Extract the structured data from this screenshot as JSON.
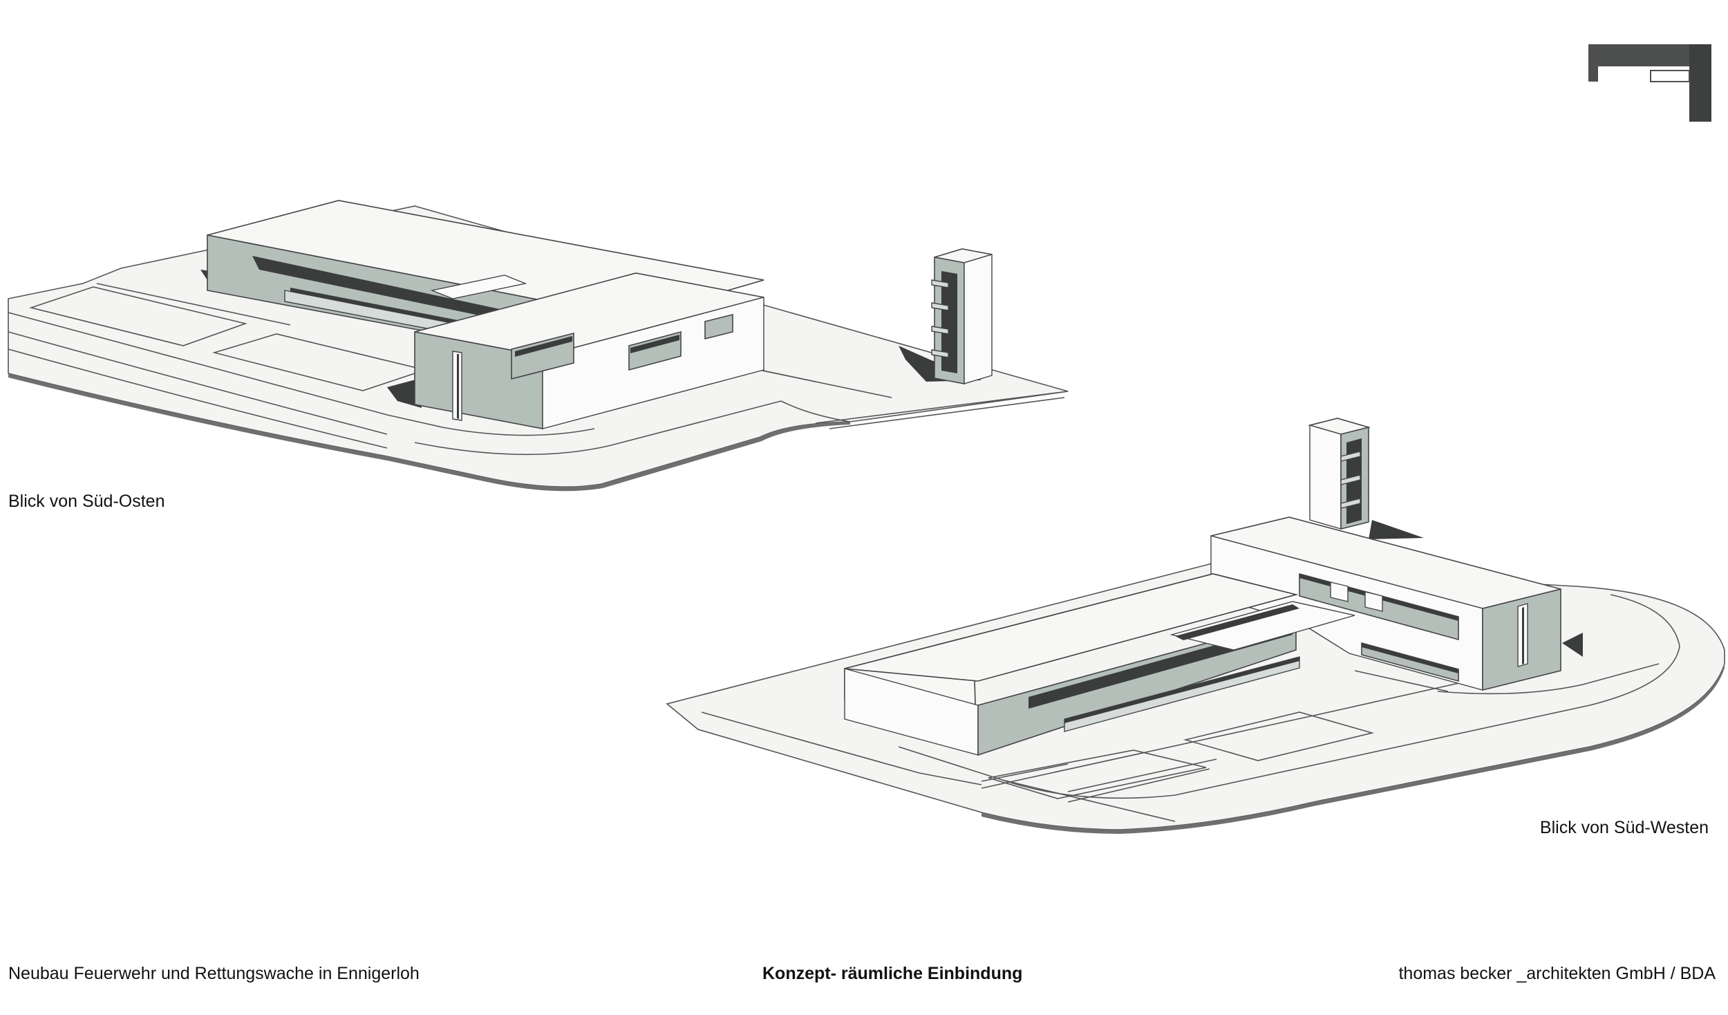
{
  "captions": {
    "view_southeast": "Blick von Süd-Osten",
    "view_southwest": "Blick von Süd-Westen"
  },
  "footer": {
    "project": "Neubau Feuerwehr und Rettungswache in Ennigerloh",
    "sheet_title": "Konzept- räumliche Einbindung",
    "office": "thomas becker _architekten GmbH / BDA"
  },
  "colors": {
    "background": "#ffffff",
    "roof": "#f7f7f6",
    "facade": "#b4bfba",
    "shadow": "#3b3d3d",
    "line": "#555555",
    "logo": "#4d4f4f"
  },
  "icons": {
    "logo": "office-logo-icon"
  }
}
